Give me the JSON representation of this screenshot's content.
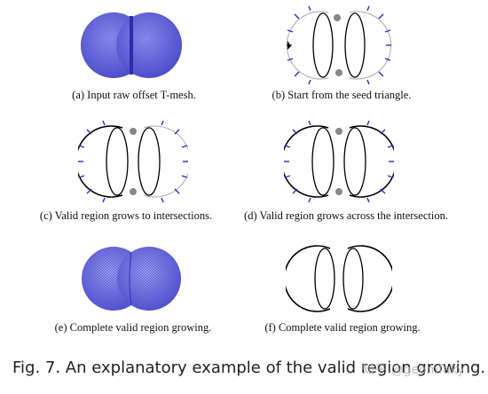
{
  "panels": [
    {
      "id": "a",
      "caption": "(a) Input raw offset T-mesh."
    },
    {
      "id": "b",
      "caption": "(b) Start from the seed triangle."
    },
    {
      "id": "c",
      "caption": "(c) Valid region grows to intersections."
    },
    {
      "id": "d",
      "caption": "(d) Valid region grows across the intersection."
    },
    {
      "id": "e",
      "caption": "(e) Complete valid region growing."
    },
    {
      "id": "f",
      "caption": "(f) Complete valid region growing."
    }
  ],
  "figure_caption": "Fig. 7. An explanatory example of the valid region growing.",
  "watermark": "知乎 @geomfaky",
  "colors": {
    "mesh": "#5a5ad8",
    "outline": "#000000",
    "normals": "#2233cc",
    "faint": "#b8b8b8"
  }
}
